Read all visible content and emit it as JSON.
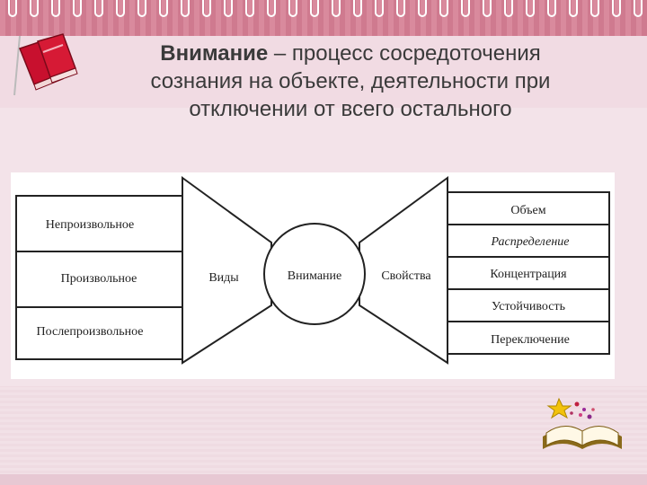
{
  "title": {
    "bold": "Внимание",
    "rest_line1": " – процесс сосредоточения",
    "line2": "сознания на объекте, деятельности при",
    "line3": "отключении от всего остального"
  },
  "diagram": {
    "left_items": [
      "Непроизвольное",
      "Произвольное",
      "Послепроизвольное"
    ],
    "left_connector_label": "Виды",
    "center_label": "Внимание",
    "right_connector_label": "Свойства",
    "right_items": [
      "Объем",
      "Распределение",
      "Концентрация",
      "Устойчивость",
      "Переключение"
    ]
  },
  "decor": {
    "top_left_icon": "red-books-icon",
    "bottom_right_icon": "open-book-with-stars-icon",
    "accent_color": "#d98a9d"
  }
}
